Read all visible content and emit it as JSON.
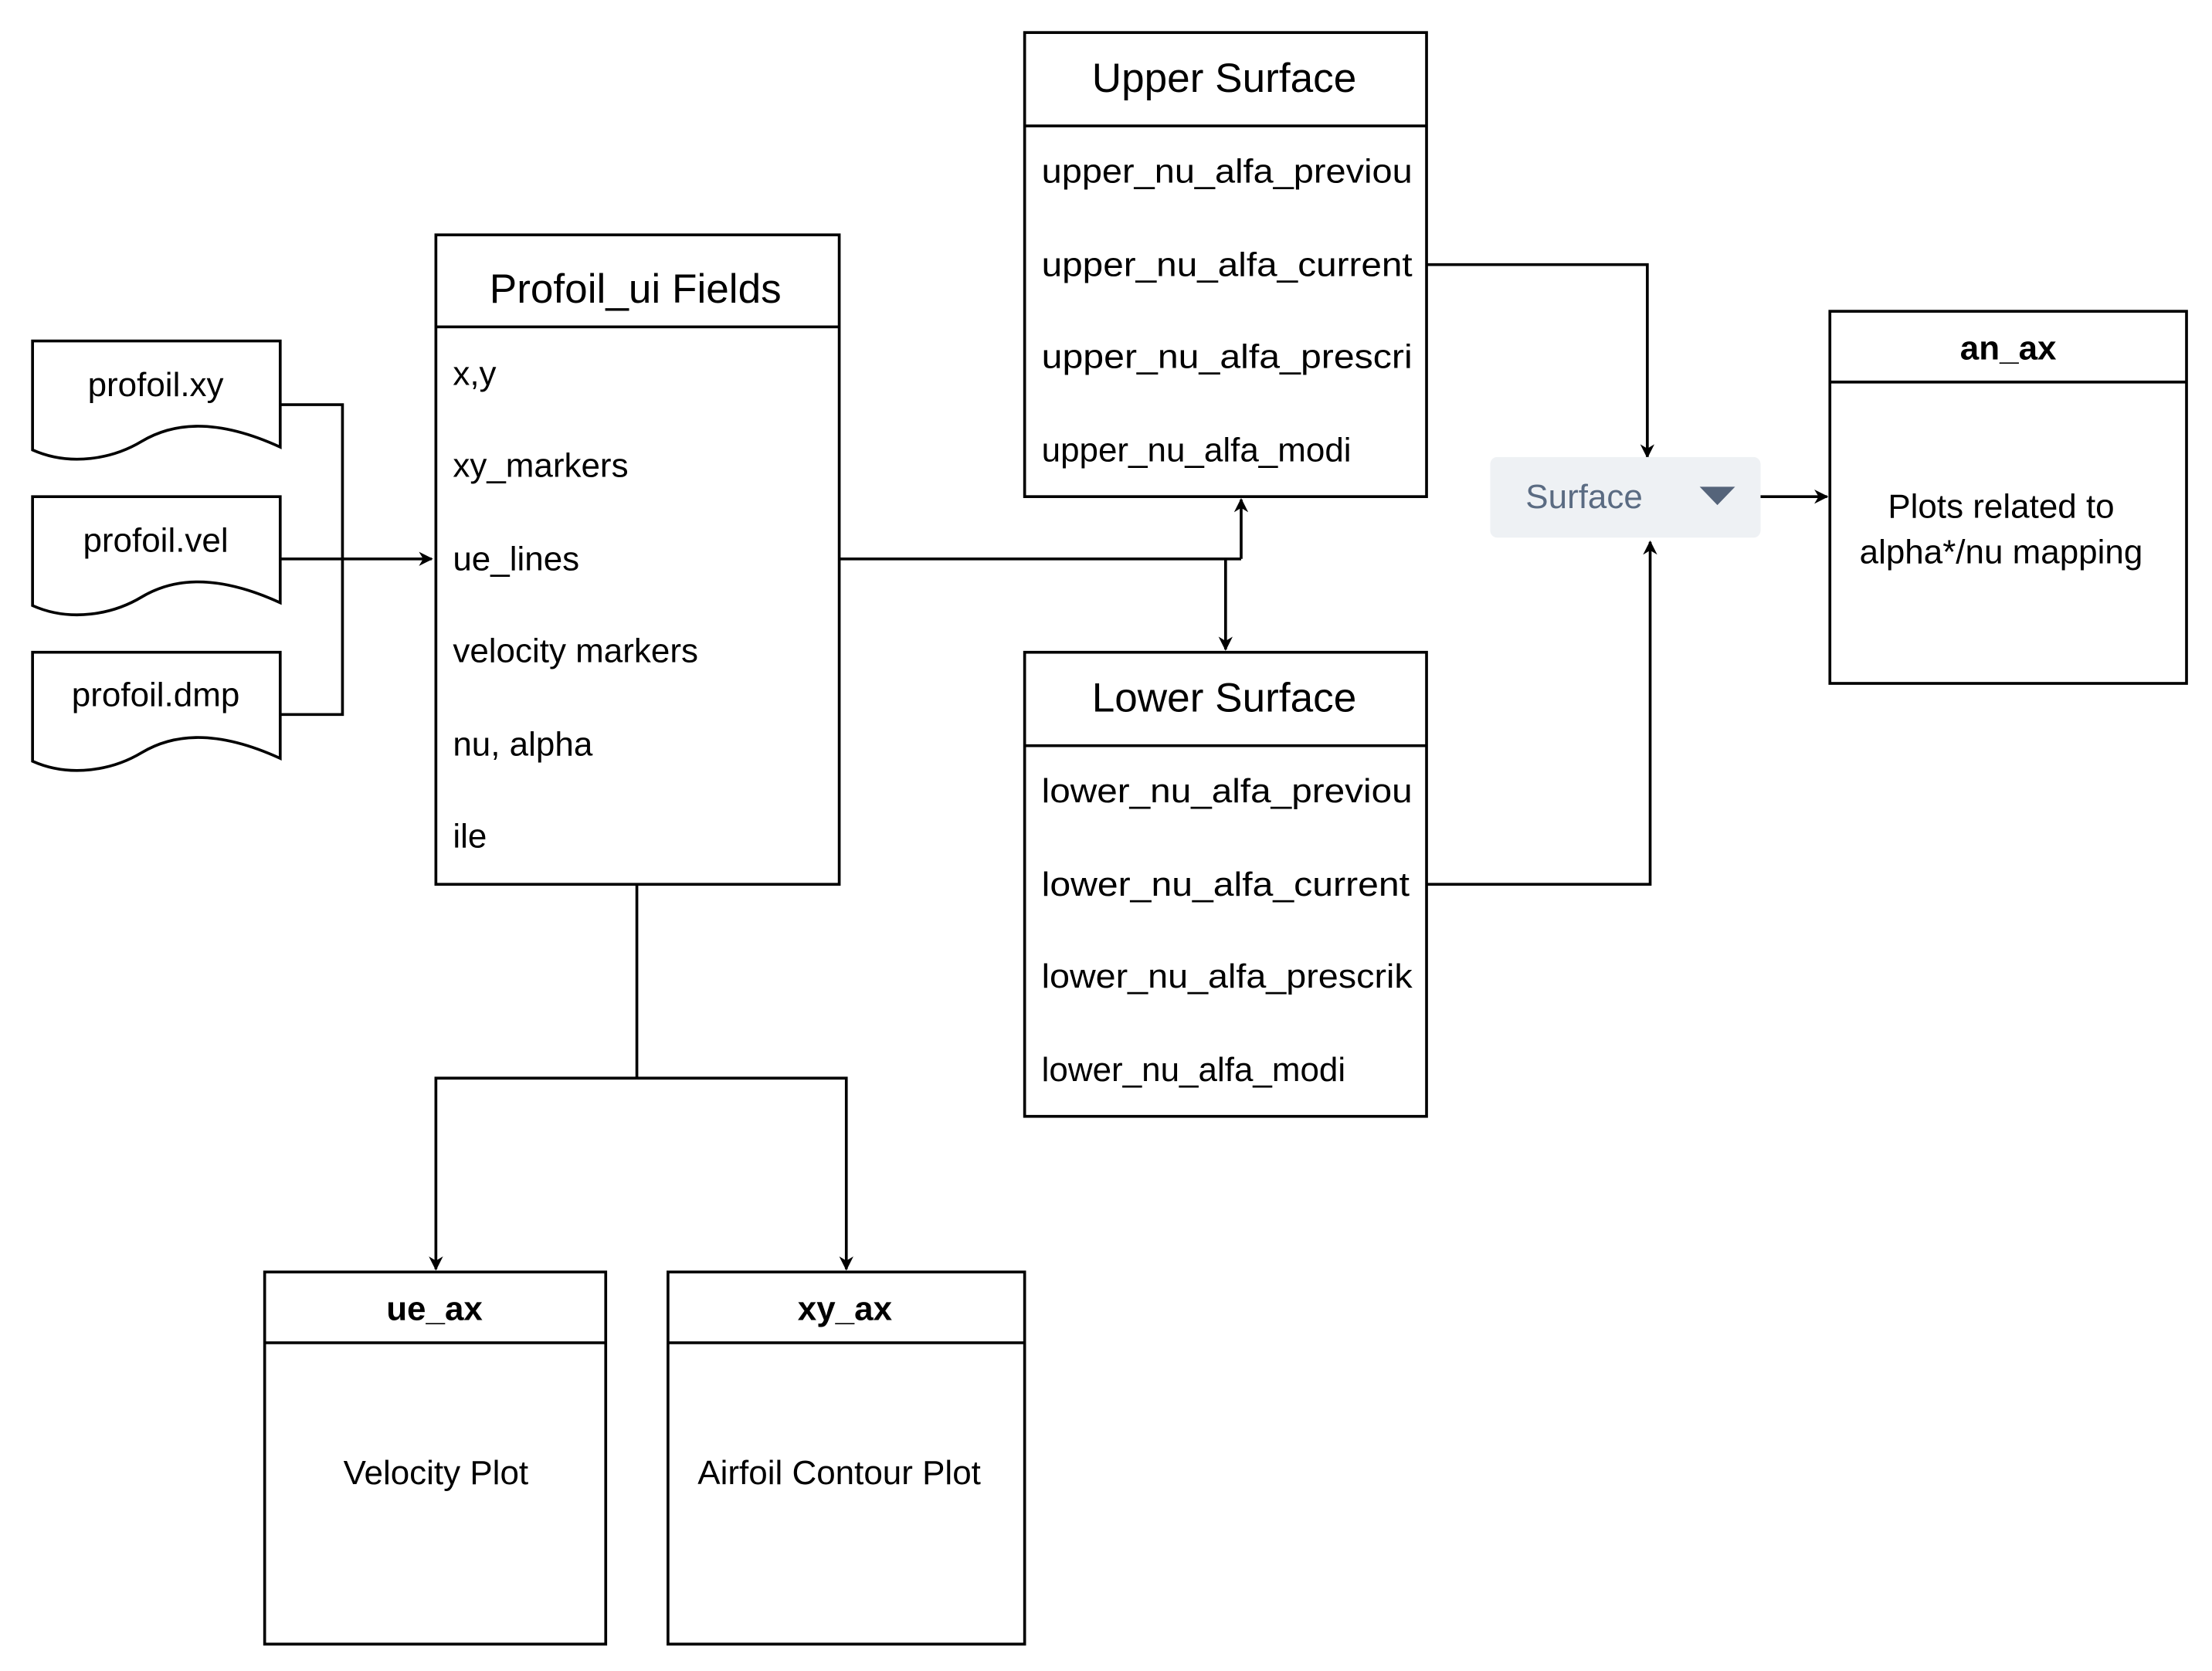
{
  "files": [
    {
      "label": "profoil.xy"
    },
    {
      "label": "profoil.vel"
    },
    {
      "label": "profoil.dmp"
    }
  ],
  "profoil_ui": {
    "title": "Profoil_ui Fields",
    "fields": [
      "x,y",
      "xy_markers",
      "ue_lines",
      "velocity markers",
      "nu, alpha",
      "ile"
    ]
  },
  "upper_surface": {
    "title": "Upper Surface",
    "fields": [
      "upper_nu_alfa_previou",
      "upper_nu_alfa_current",
      "upper_nu_alfa_prescri",
      "upper_nu_alfa_modi"
    ]
  },
  "lower_surface": {
    "title": "Lower Surface",
    "fields": [
      "lower_nu_alfa_previou",
      "lower_nu_alfa_current",
      "lower_nu_alfa_prescrik",
      "lower_nu_alfa_modi"
    ]
  },
  "surface_dropdown": {
    "value": "Surface",
    "text_color": "#5a6b82",
    "background": "#eef1f4",
    "arrow_color": "#55647a"
  },
  "an_ax": {
    "title": "an_ax",
    "line1": "Plots related to",
    "line2": "alpha*/nu mapping"
  },
  "ue_ax": {
    "title": "ue_ax",
    "body": "Velocity Plot"
  },
  "xy_ax": {
    "title": "xy_ax",
    "body": "Airfoil Contour Plot"
  }
}
